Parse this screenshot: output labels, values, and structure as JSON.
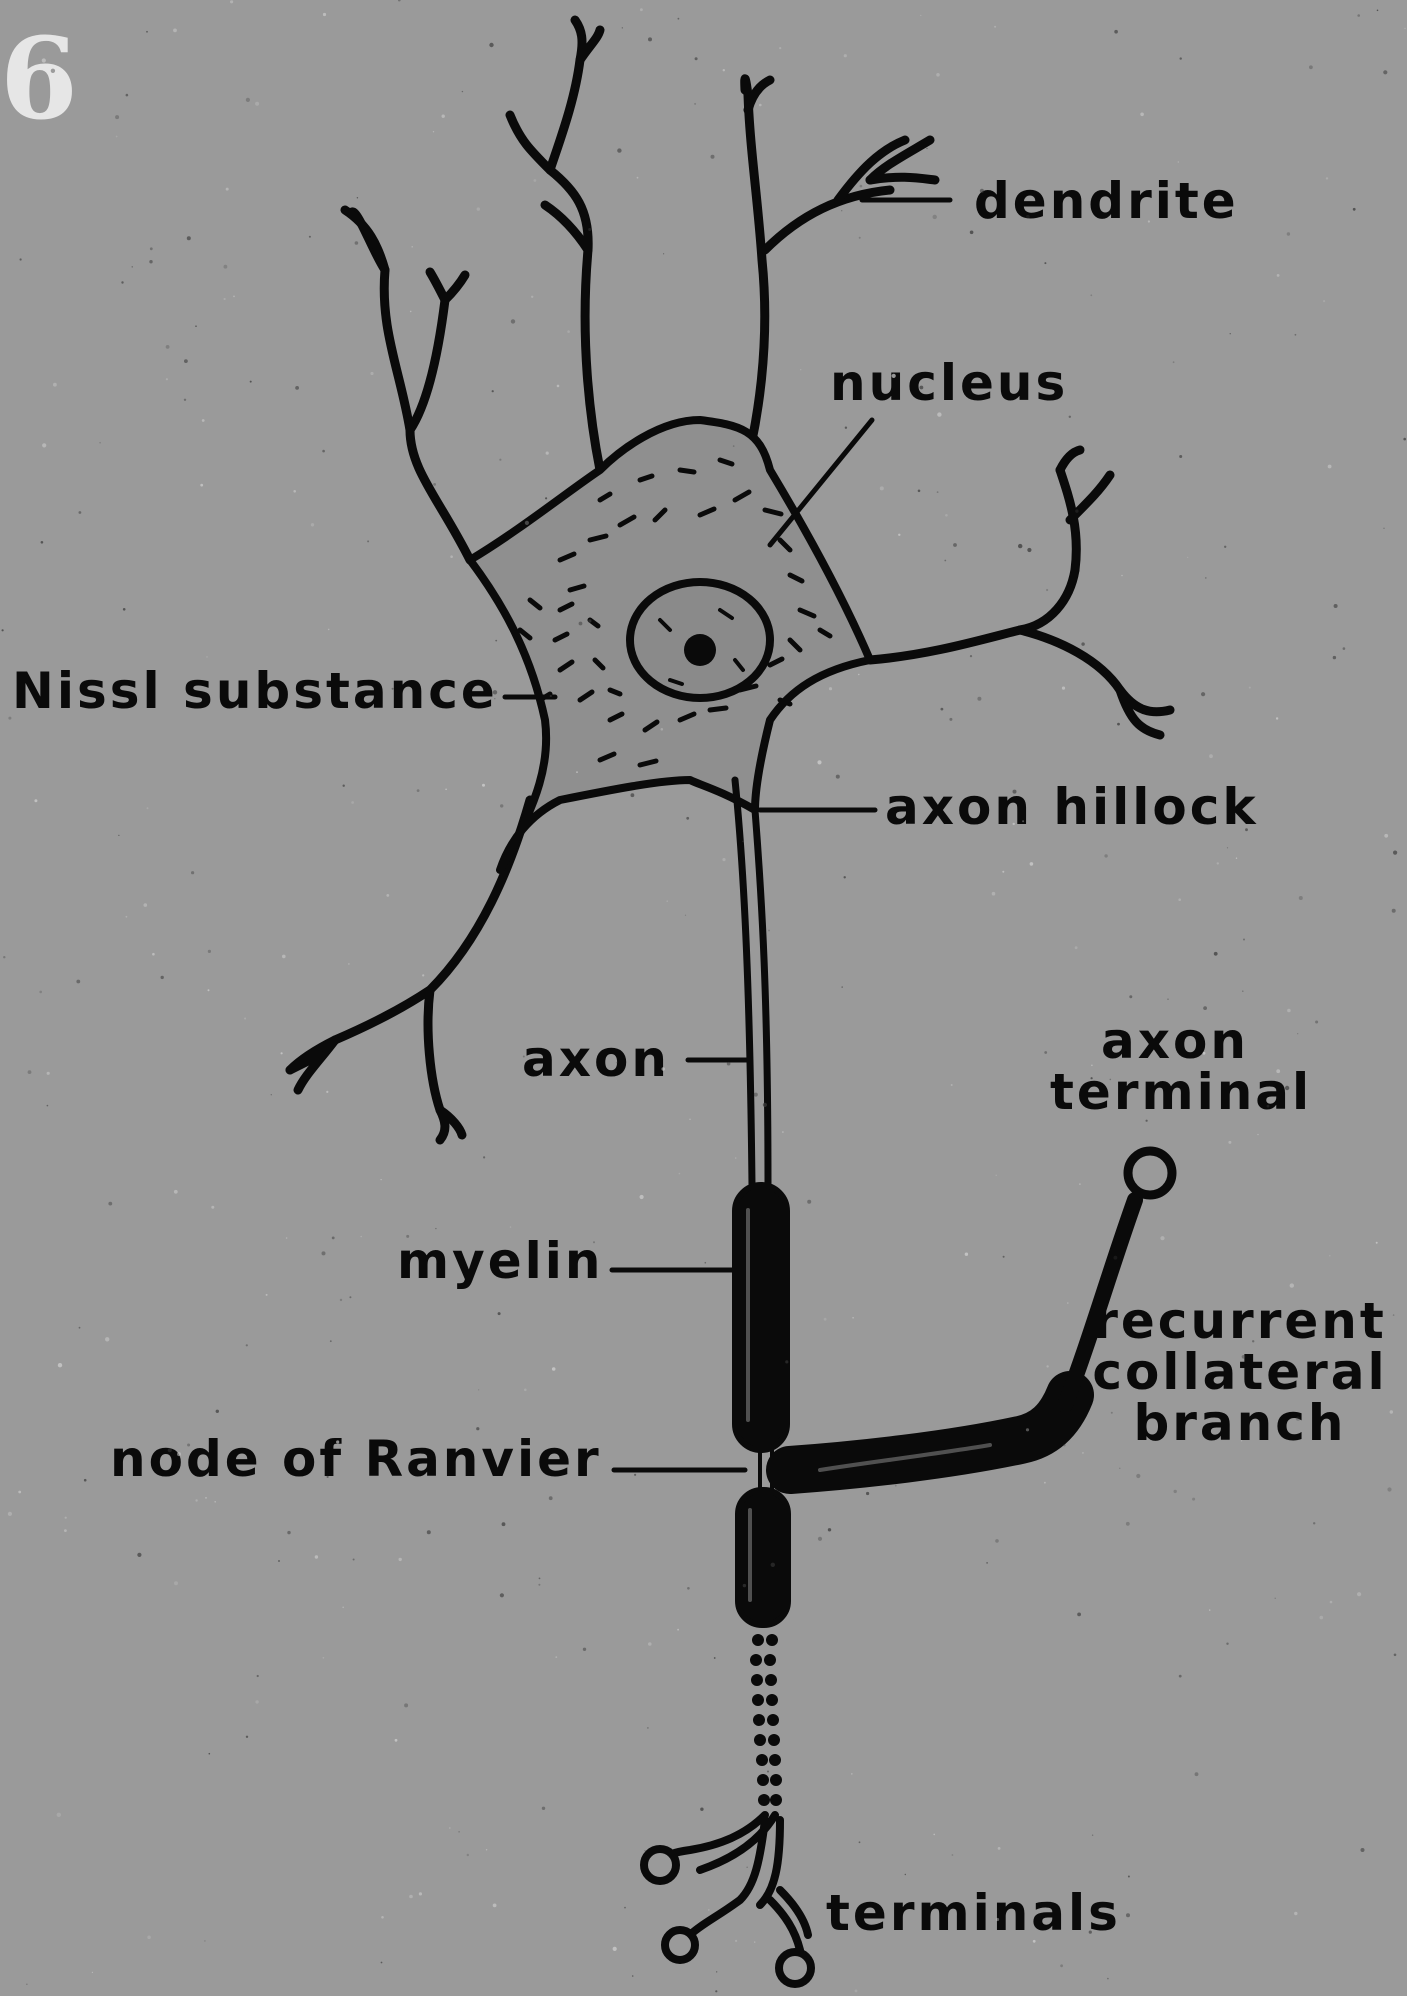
{
  "slide_number": "6",
  "labels": {
    "dendrite": "dendrite",
    "nucleus": "nucleus",
    "nissl": "Nissl substance",
    "axon_hillock": "axon hillock",
    "axon": "axon",
    "axon_terminal_1": "axon",
    "axon_terminal_2": "terminal",
    "myelin": "myelin",
    "recurrent_1": "recurrent",
    "recurrent_2": "collateral",
    "recurrent_3": "branch",
    "node_of_ranvier": "node of Ranvier",
    "terminals": "terminals"
  },
  "colors": {
    "background": "#9a9a9a",
    "ink": "#0a0a0a",
    "slide_number": "#e6e6e6"
  }
}
